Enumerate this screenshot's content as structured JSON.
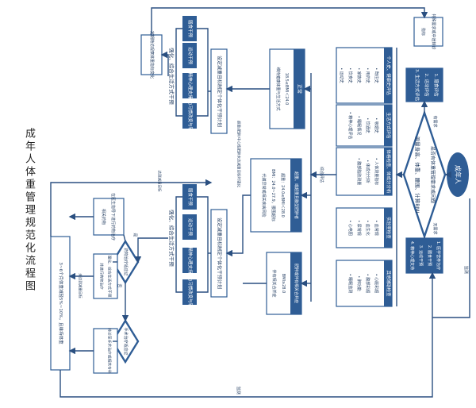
{
  "page_title": "成年人体重管理规范化流程图",
  "colors": {
    "primary": "#2f5d95",
    "box_fill": "#ffffff",
    "arrow": "#2a4f80",
    "text_on_primary": "#ffffff",
    "text_dark": "#1f3a5f"
  },
  "nodes": {
    "adult": "成年人",
    "check_question": "是否有体重管理需求或问题",
    "exam": "测量身高、体重、腰围、计算BMI",
    "eval_steps": [
      "1. 膳食评估",
      "2. 运动评估",
      "3. 生活方式评估"
    ],
    "assess_title": "个人史、健康史评估",
    "assess_items": [
      "既往史",
      "用药史",
      "家族史",
      "饮食史",
      "运动史"
    ],
    "lifestyle_title": "生活方式评估",
    "lifestyle_items": [
      "吸烟史",
      "饮酒史",
      "睡眠情况",
      "精神心理评估"
    ],
    "body_title": "体格检查、体成分分析",
    "body_items": [
      "人体测量指标",
      "体成分分析",
      "腹部脂肪测量"
    ],
    "lab_title": "实验室检查",
    "lab_items": [
      "血常规",
      "血生化",
      "尿常规",
      "心电图"
    ],
    "other_title": "其他辅助检查",
    "other_items": [
      "心脏彩超",
      "腹部彩超",
      "肺功能",
      "睡眠监测"
    ],
    "normal_title": "正常",
    "normal_desc": "18.5≤BMI＜24.0且腰围正常，维持健康体重与生活方式",
    "overweight_title": "超重、或超重且腹型肥胖者",
    "overweight_desc": "24.0≤BMI＜28.0，且伴有代谢异常或相关疾病风险",
    "obese_title": "肥胖或伴有相关合并症",
    "obese_desc": "BMI≥28.0，或合并高血压、血脂异常、糖尿病等",
    "plan_top": "设定减重目标制定个体化干预计划",
    "plan_mid": "设定减重目标制定个体化干预计划",
    "interventions_top": [
      "膳食干预",
      "运动干预",
      "精神心理支持",
      "行为习惯改变与辅助"
    ],
    "interventions_mid": [
      "膳食干预",
      "运动干预",
      "精神心理支持",
      "行为习惯改变与辅助"
    ],
    "strengthen_top": "强化、综合生活方式干预",
    "strengthen_mid": "强化、综合生活方式干预",
    "followup_top": "定期随访观察体重指标变化",
    "drug_decision": "药物治疗适应证",
    "drug_action": "在医生指导下进行药物治疗",
    "drug_alt": "强化、综合生活方式干预并进行药物治疗",
    "surgery_decision": "手术治疗适应证",
    "surgery_action": "转诊至手术治疗或相关专科",
    "six_month": "3~6个月体重减轻5%~10%，且维持体重",
    "decision_no": "否",
    "decision_yes": "是",
    "annotation_top": "维持健康体重",
    "annotation_mid": "超重/肥胖/中心性肥胖未达减重目标时强化",
    "annotation_eval": "综合评估",
    "annotation_bottom": "未达到减重目标",
    "annotation_reach": "达到减重目标",
    "annotation_right": "监测",
    "annotation_need": "有需求"
  }
}
